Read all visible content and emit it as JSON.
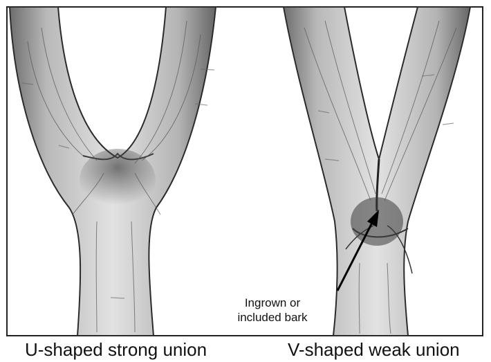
{
  "figure": {
    "left_caption": "U-shaped strong union",
    "right_caption": "V-shaped weak union",
    "annotation_line1": "Ingrown or",
    "annotation_line2": "included bark"
  }
}
